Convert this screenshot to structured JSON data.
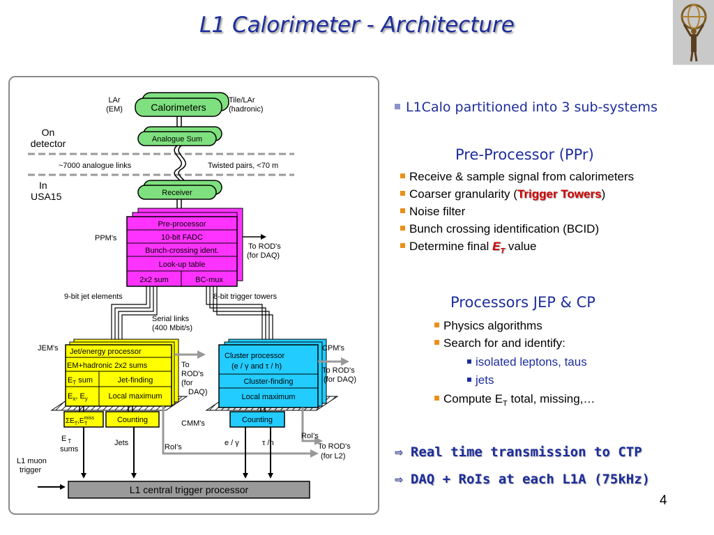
{
  "title": "L1 Calorimeter - Architecture",
  "page_number": "4",
  "intro": "L1Calo partitioned into 3 sub-systems",
  "ppr": {
    "heading": "Pre-Processor (PPr)",
    "b1": "Receive & sample signal from calorimeters",
    "b2_pre": "Coarser granularity (",
    "b2_red": "Trigger Towers",
    "b2_post": ")",
    "b3": "Noise filter",
    "b4": "Bunch crossing identification (BCID)",
    "b5_pre": "Determine final ",
    "b5_e": "E",
    "b5_sub": "T",
    "b5_post": " value"
  },
  "processors": {
    "heading": "Processors JEP & CP",
    "b1": "Physics algorithms",
    "b2": "Search for and identify:",
    "s1": "isolated leptons, taus",
    "s2": "jets",
    "b3_pre": "Compute E",
    "b3_sub": "T",
    "b3_post": " total, missing,…"
  },
  "bottom": {
    "l1": "Real time transmission to CTP",
    "l2": "DAQ + RoIs at each L1A (75kHz)"
  },
  "diagram": {
    "lar_em_1": "LAr",
    "lar_em_2": "(EM)",
    "tile_1": "Tile/LAr",
    "tile_2": "(hadronic)",
    "calorimeters": "Calorimeters",
    "analogue_sum": "Analogue Sum",
    "on_detector_1": "On",
    "on_detector_2": "detector",
    "links": "~7000 analogue links",
    "twisted": "Twisted pairs, <70 m",
    "usa15_1": "In",
    "usa15_2": "USA15",
    "receiver": "Receiver",
    "ppms": "PPM's",
    "pp_rows": [
      "Pre-processor",
      "10-bit FADC",
      "Bunch-crossing ident.",
      "Look-up table"
    ],
    "sum2x2": "2x2 sum",
    "bcmux": "BC-mux",
    "to_rod_daq_1": "To ROD's",
    "to_rod_daq_2": "(for DAQ)",
    "jet_elements": "9-bit jet elements",
    "trigger_towers": "8-bit trigger towers",
    "serial_1": "Serial links",
    "serial_2": "(400 Mbit/s)",
    "jems": "JEM's",
    "jet_rows": [
      "Jet/energy processor",
      "EM+hadronic 2x2 sums"
    ],
    "et_sum_e": "E",
    "et_sum_sub": "T",
    "et_sum_rest": "  sum",
    "jet_finding": "Jet-finding",
    "exey": "E",
    "exey_sub1": "x",
    "exey_mid": ", E",
    "exey_sub2": "y",
    "local_max": "Local maximum",
    "jem_to_rod_1": "To",
    "jem_to_rod_2": "ROD's",
    "jem_to_rod_3": "(for",
    "jem_to_rod_4": "DAQ)",
    "cpms": "CPM's",
    "cluster_1": "Cluster processor",
    "cluster_2": "(e / γ  and  τ / h)",
    "cluster_finding": "Cluster-finding",
    "cp_local_max": "Local maximum",
    "cp_to_rod_1": "To ROD's",
    "cp_to_rod_2": "(for DAQ)",
    "sum_et": "ΣE",
    "sum_et_sub": "T",
    "sum_et_rest": ",E",
    "sum_et_miss": "miss",
    "sum_et_sub2": "T",
    "counting": "Counting",
    "cmms": "CMM's",
    "cp_counting": "Counting",
    "et_sums_1": "E",
    "et_sums_sub": "T",
    "et_sums_2": "sums",
    "jets": "Jets",
    "rois": "RoI's",
    "egamma": "e / γ",
    "tauh": "τ /h",
    "rois2": "RoI's",
    "to_rod_l2_1": "To ROD's",
    "to_rod_l2_2": "(for L2)",
    "muon_1": "L1 muon",
    "muon_2": "trigger",
    "ctp": "L1 central trigger processor"
  },
  "colors": {
    "title": "#1d2d9c",
    "green": "#7ee07e",
    "magenta": "#ff33ff",
    "yellow": "#ffff00",
    "cyan": "#22ccff",
    "gray": "#9a9a9a"
  }
}
